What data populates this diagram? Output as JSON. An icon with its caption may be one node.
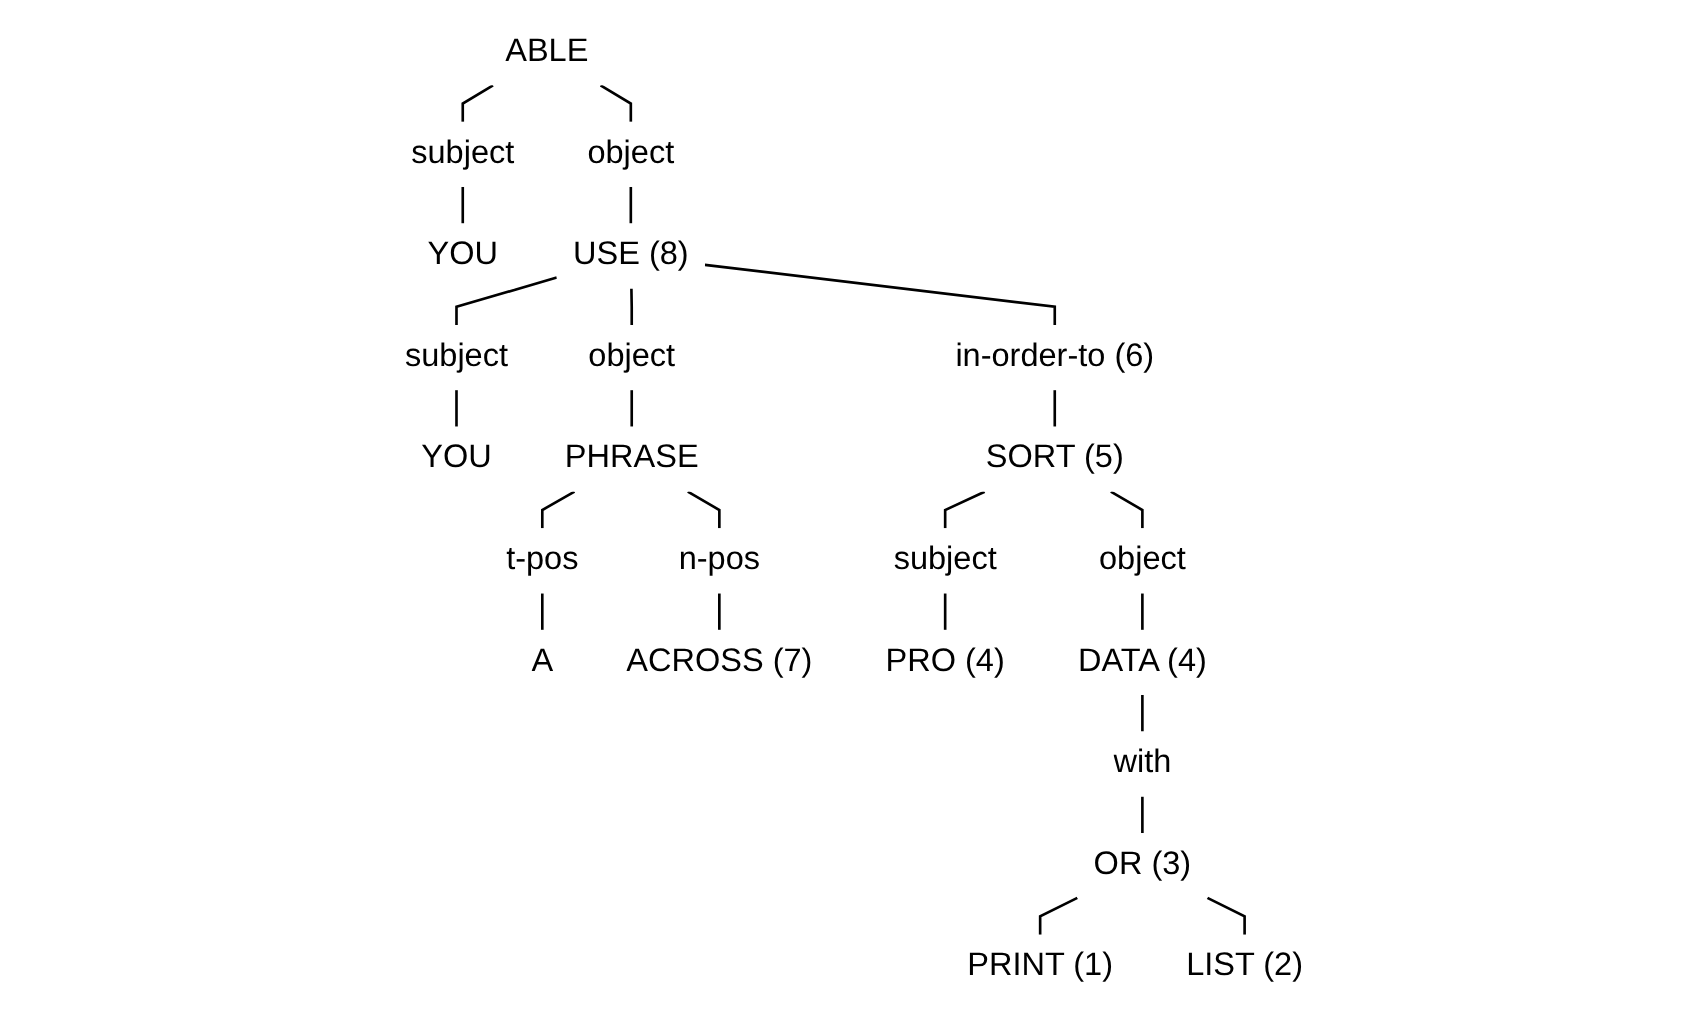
{
  "diagram": {
    "nodes": [
      {
        "text": [
          "ABLE"
        ]
      },
      {
        "text": [
          "subject"
        ]
      },
      {
        "text": [
          "YOU"
        ]
      },
      {
        "text": [
          "object"
        ]
      },
      {
        "text": [
          "USE (8)"
        ]
      },
      {
        "text": [
          "subject"
        ]
      },
      {
        "text": [
          "YOU"
        ]
      },
      {
        "text": [
          "object"
        ]
      },
      {
        "text": [
          "PHRASE"
        ]
      },
      {
        "text": [
          "in-order-to (6)"
        ]
      },
      {
        "text": [
          "SORT (5)"
        ]
      },
      {
        "text": [
          "t-pos"
        ]
      },
      {
        "text": [
          "A"
        ]
      },
      {
        "text": [
          "n-pos"
        ]
      },
      {
        "text": [
          "ACROSS (7)"
        ]
      },
      {
        "text": [
          "subject"
        ]
      },
      {
        "text": [
          "PRO (4)"
        ]
      },
      {
        "text": [
          "object"
        ]
      },
      {
        "text": [
          "DATA (4)"
        ]
      },
      {
        "text": [
          "with"
        ]
      },
      {
        "text": [
          "OR (3)"
        ]
      },
      {
        "text": [
          "PRINT (1)"
        ]
      },
      {
        "text": [
          "LIST (2)"
        ]
      }
    ],
    "edges": [
      {
        "from": 0,
        "to": 1,
        "arrow": "none"
      },
      {
        "from": 0,
        "to": 3,
        "arrow": "none"
      },
      {
        "from": 1,
        "to": 2,
        "arrow": "none"
      },
      {
        "from": 3,
        "to": 4,
        "arrow": "none"
      },
      {
        "from": 4,
        "to": 5,
        "arrow": "none"
      },
      {
        "from": 4,
        "to": 7,
        "arrow": "none"
      },
      {
        "from": 4,
        "to": 9,
        "arrow": "none"
      },
      {
        "from": 5,
        "to": 6,
        "arrow": "none"
      },
      {
        "from": 7,
        "to": 8,
        "arrow": "none"
      },
      {
        "from": 9,
        "to": 10,
        "arrow": "none"
      },
      {
        "from": 8,
        "to": 11,
        "arrow": "none"
      },
      {
        "from": 8,
        "to": 13,
        "arrow": "none"
      },
      {
        "from": 11,
        "to": 12,
        "arrow": "none"
      },
      {
        "from": 13,
        "to": 14,
        "arrow": "none"
      },
      {
        "from": 10,
        "to": 15,
        "arrow": "none"
      },
      {
        "from": 10,
        "to": 17,
        "arrow": "none"
      },
      {
        "from": 15,
        "to": 16,
        "arrow": "none"
      },
      {
        "from": 17,
        "to": 18,
        "arrow": "none"
      },
      {
        "from": 18,
        "to": 19,
        "arrow": "none"
      },
      {
        "from": 19,
        "to": 20,
        "arrow": "none"
      },
      {
        "from": 20,
        "to": 21,
        "arrow": "none"
      },
      {
        "from": 20,
        "to": 22,
        "arrow": "none"
      }
    ]
  }
}
